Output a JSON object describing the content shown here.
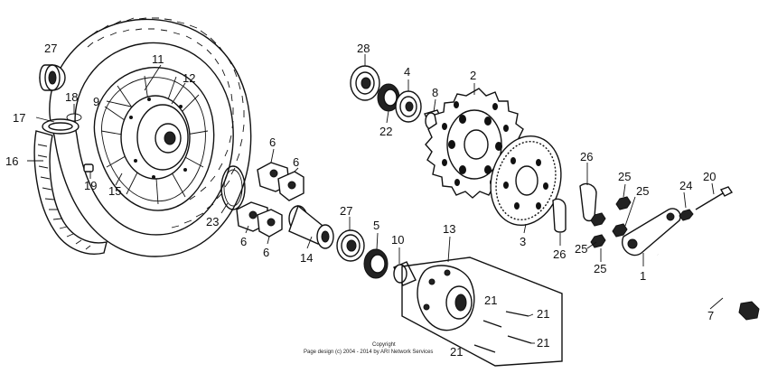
{
  "callouts": {
    "c1": "1",
    "c2": "2",
    "c3": "3",
    "c4": "4",
    "c5": "5",
    "c6a": "6",
    "c6b": "6",
    "c6c": "6",
    "c6d": "6",
    "c7": "7",
    "c8": "8",
    "c9": "9",
    "c10": "10",
    "c11": "11",
    "c12": "12",
    "c13": "13",
    "c14": "14",
    "c15": "15",
    "c16": "16",
    "c17": "17",
    "c18": "18",
    "c19": "19",
    "c20": "20",
    "c21a": "21",
    "c21b": "21",
    "c21c": "21",
    "c21d": "21",
    "c22": "22",
    "c23": "23",
    "c24": "24",
    "c25a": "25",
    "c25b": "25",
    "c25c": "25",
    "c25d": "25",
    "c26a": "26",
    "c26b": "26",
    "c27a": "27",
    "c27b": "27",
    "c28": "28"
  },
  "copyright": {
    "line1": "Copyright",
    "line2": "Page design (c) 2004 - 2014 by ARI Network Services"
  }
}
